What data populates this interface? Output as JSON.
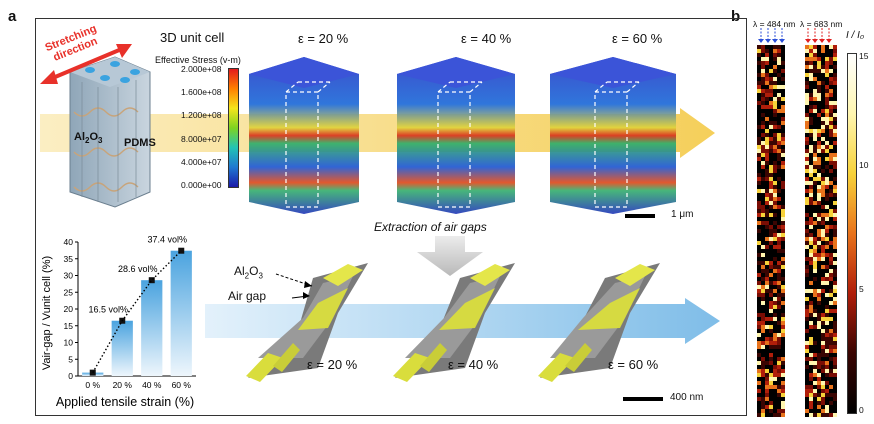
{
  "panels": {
    "a": "a",
    "b": "b"
  },
  "top_row": {
    "unit_cell_title": "3D unit cell",
    "stretch_label": "Stretching\ndirection",
    "stretch_line1": "Stretching",
    "stretch_line2": "direction",
    "al2o3_label_a": "Al",
    "al2o3_label_sub": "2",
    "al2o3_label_b": "O",
    "al2o3_label_sub2": "3",
    "pdms_label": "PDMS",
    "strain_labels": [
      "ε = 20 %",
      "ε = 40 %",
      "ε = 60 %"
    ],
    "colorbar": {
      "title": "Effective Stress (v-m)",
      "ticks": [
        "2.000e+08",
        "1.600e+08",
        "1.200e+08",
        "8.000e+07",
        "4.000e+07",
        "0.000e+00"
      ]
    },
    "scalebar": "1 μm"
  },
  "middle": {
    "extraction_label": "Extraction of air gaps"
  },
  "bottom_row": {
    "al2o3_pointer_a": "Al",
    "al2o3_pointer_sub": "2",
    "al2o3_pointer_b": "O",
    "al2o3_pointer_sub2": "3",
    "airgap_pointer": "Air gap",
    "strain_labels": [
      "ε = 20 %",
      "ε = 40 %",
      "ε = 60 %"
    ],
    "scalebar": "400 nm"
  },
  "chart_data": {
    "type": "bar",
    "categories": [
      "0 %",
      "20 %",
      "40 %",
      "60 %"
    ],
    "values": [
      1.0,
      16.5,
      28.6,
      37.4
    ],
    "data_labels": [
      "",
      "16.5 vol%",
      "28.6 vol%",
      "37.4 vol%"
    ],
    "xlabel": "Applied tensile strain (%)",
    "ylabel": "Vair-gap / Vunit cell (%)",
    "ylim": [
      0,
      40
    ],
    "yticks": [
      "0",
      "5",
      "10",
      "15",
      "20",
      "25",
      "30",
      "35",
      "40"
    ],
    "trend_line": "dotted"
  },
  "panel_b": {
    "lambda1": "λ = 484 nm",
    "lambda2": "λ = 683 nm",
    "colorbar_title": "I / I₀",
    "colorbar_ticks": [
      "15",
      "10",
      "5",
      "0"
    ]
  },
  "colors": {
    "stress_high": "#e31a1c",
    "stress_low": "#1a1aa8",
    "al2o3_yellow": "#e6e84a",
    "bar_blue": "#4aa3df",
    "band_yellow": "#f7dd8a",
    "band_blue": "#a9d2ef"
  }
}
